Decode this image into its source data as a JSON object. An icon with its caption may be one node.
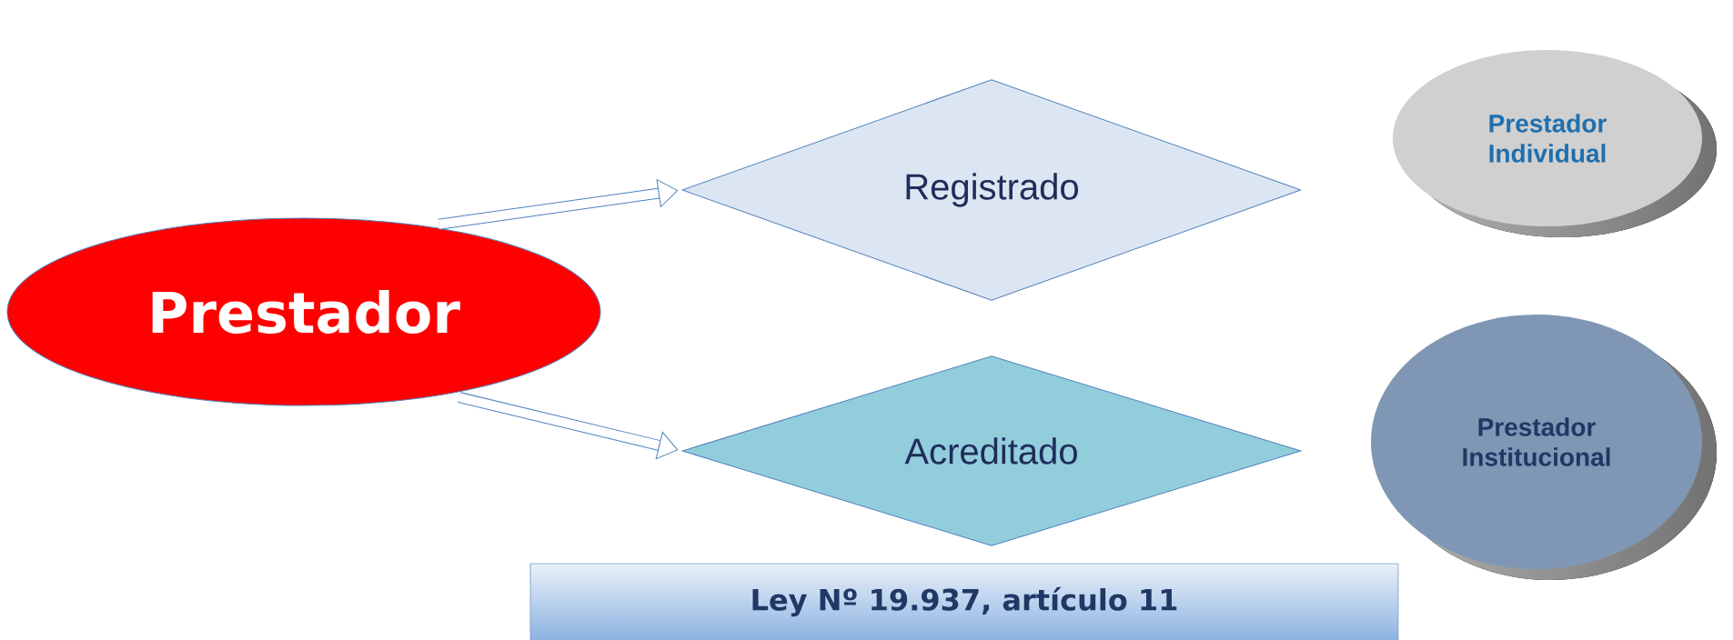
{
  "diagram": {
    "nodes": [
      {
        "text": [
          "Prestador"
        ]
      },
      {
        "text": [
          "Registrado"
        ]
      },
      {
        "text": [
          "Acreditado"
        ]
      },
      {
        "text": [
          "Prestador Individual"
        ]
      },
      {
        "text": [
          "Prestador Institucional"
        ]
      },
      {
        "text": [
          "Ley Nº 19.937,  artículo 11"
        ]
      }
    ],
    "edges": [
      {
        "from": 0,
        "to": 1,
        "arrow": "to"
      },
      {
        "from": 0,
        "to": 2,
        "arrow": "to"
      }
    ]
  }
}
